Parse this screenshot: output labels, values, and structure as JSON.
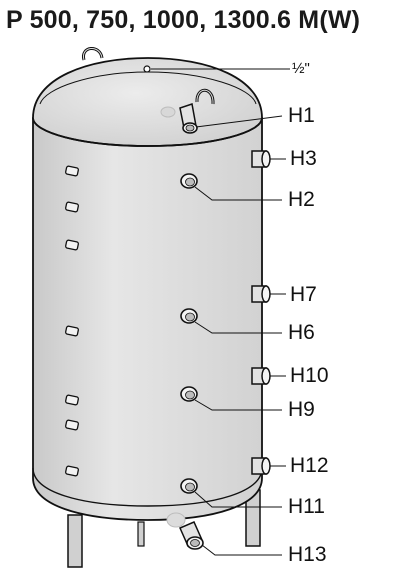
{
  "title": "P 500, 750, 1000, 1300.6 M(W)",
  "connections": {
    "half_inch": "½\"",
    "h1": "H1",
    "h3": "H3",
    "h2": "H2",
    "h7": "H7",
    "h6": "H6",
    "h10": "H10",
    "h9": "H9",
    "h12": "H12",
    "h11": "H11",
    "h13": "H13"
  },
  "colors": {
    "tank_fill": "#dcdcdc",
    "outline": "#111111",
    "accent": "#bdbdbd"
  }
}
